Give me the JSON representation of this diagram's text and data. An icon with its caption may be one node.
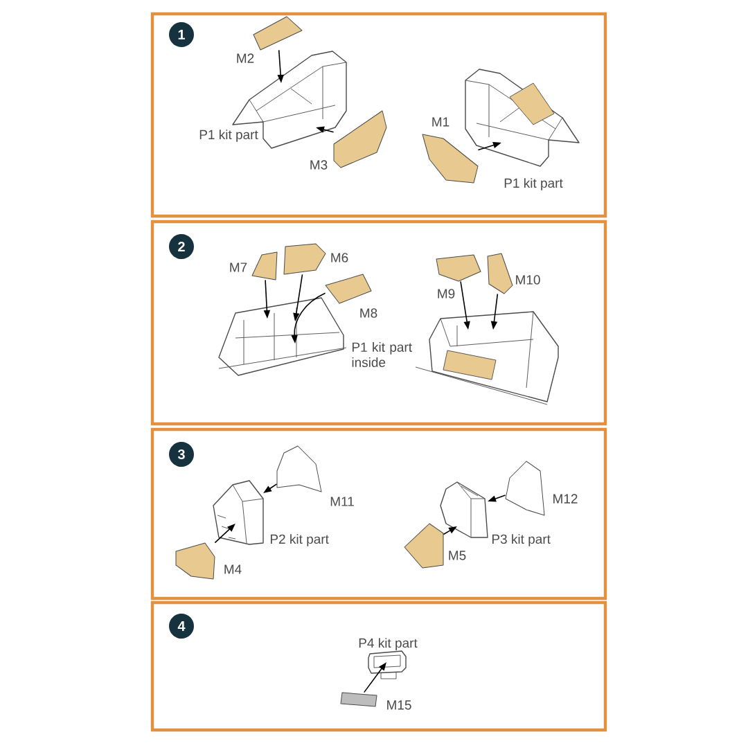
{
  "diagram": {
    "nodes": [
      {
        "text": [],
        "shape": "box"
      },
      {
        "text": [
          "1"
        ],
        "in": 0
      },
      {
        "text": [],
        "shape": "polygon",
        "in": 0,
        "beside": [
          "M2"
        ]
      },
      {
        "text": [],
        "shape": "picture",
        "in": 0,
        "beside": [
          "P1 kit part"
        ]
      },
      {
        "text": [],
        "shape": "polygon",
        "in": 0,
        "beside": [
          "M3"
        ]
      },
      {
        "text": [],
        "shape": "polygon",
        "in": 0,
        "beside": [
          "M1"
        ]
      },
      {
        "text": [],
        "shape": "picture",
        "in": 0,
        "beside": [
          "P1 kit part"
        ]
      },
      {
        "text": [],
        "shape": "box"
      },
      {
        "text": [
          "2"
        ],
        "in": 7
      },
      {
        "text": [],
        "shape": "polygon",
        "in": 7,
        "beside": [
          "M7"
        ]
      },
      {
        "text": [],
        "shape": "polygon",
        "in": 7,
        "beside": [
          "M6"
        ]
      },
      {
        "text": [],
        "shape": "polygon",
        "in": 7,
        "beside": [
          "M8"
        ]
      },
      {
        "text": [],
        "shape": "picture",
        "in": 7,
        "beside": [
          "P1 kit part inside"
        ]
      },
      {
        "text": [],
        "shape": "polygon",
        "in": 7,
        "beside": [
          "M9"
        ]
      },
      {
        "text": [],
        "shape": "polygon",
        "in": 7,
        "beside": [
          "M10"
        ]
      },
      {
        "text": [],
        "shape": "picture",
        "in": 7
      },
      {
        "text": [],
        "shape": "box"
      },
      {
        "text": [
          "3"
        ],
        "in": 16
      },
      {
        "text": [],
        "shape": "polygon",
        "in": 16,
        "beside": [
          "M11"
        ]
      },
      {
        "text": [],
        "shape": "picture",
        "in": 16,
        "beside": [
          "P2 kit part"
        ]
      },
      {
        "text": [],
        "shape": "polygon",
        "in": 16,
        "beside": [
          "M4"
        ]
      },
      {
        "text": [],
        "shape": "polygon",
        "in": 16,
        "beside": [
          "M12"
        ]
      },
      {
        "text": [],
        "shape": "picture",
        "in": 16,
        "beside": [
          "P3 kit part"
        ]
      },
      {
        "text": [],
        "shape": "polygon",
        "in": 16,
        "beside": [
          "M5"
        ]
      },
      {
        "text": [],
        "shape": "box"
      },
      {
        "text": [
          "4"
        ],
        "in": 24
      },
      {
        "text": [],
        "shape": "picture",
        "in": 24,
        "beside": [
          "P4 kit part"
        ]
      },
      {
        "text": [],
        "shape": "polygon",
        "in": 24,
        "beside": [
          "M15"
        ]
      }
    ],
    "edges": [
      {
        "from": 2,
        "to": 3,
        "arrow": "to"
      },
      {
        "from": 4,
        "to": 3,
        "arrow": "to"
      },
      {
        "from": 5,
        "to": 6,
        "arrow": "to"
      },
      {
        "from": 9,
        "to": 12,
        "arrow": "to"
      },
      {
        "from": 10,
        "to": 12,
        "arrow": "to"
      },
      {
        "from": 11,
        "to": 12,
        "arrow": "to"
      },
      {
        "from": 13,
        "to": 15,
        "arrow": "to"
      },
      {
        "from": 14,
        "to": 15,
        "arrow": "to"
      },
      {
        "from": 18,
        "to": 19,
        "arrow": "to"
      },
      {
        "from": 20,
        "to": 19,
        "arrow": "to"
      },
      {
        "from": 21,
        "to": 22,
        "arrow": "to"
      },
      {
        "from": 23,
        "to": 22,
        "arrow": "to"
      },
      {
        "from": 27,
        "to": 26,
        "arrow": "to"
      }
    ]
  }
}
